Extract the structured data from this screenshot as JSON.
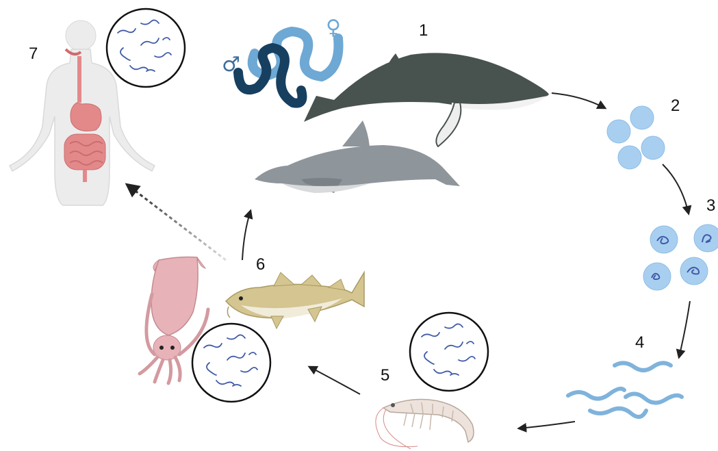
{
  "stages": [
    {
      "number": "1",
      "subject": "definitive hosts: adult worms in whale and dolphin"
    },
    {
      "number": "2",
      "subject": "eggs"
    },
    {
      "number": "3",
      "subject": "embryonated eggs"
    },
    {
      "number": "4",
      "subject": "free-swimming larvae"
    },
    {
      "number": "5",
      "subject": "crustacean host"
    },
    {
      "number": "6",
      "subject": "fish and squid hosts"
    },
    {
      "number": "7",
      "subject": "human accidental host"
    }
  ],
  "symbols": {
    "male": "♂",
    "female": "♀"
  },
  "colors": {
    "worm_male": "#173f60",
    "worm_female": "#6ea8d4",
    "egg": "#a9cff0",
    "egg_stroke": "#8dbde6",
    "larva": "#7fb3dc",
    "whale": "#48524f",
    "dolphin": "#8e959b",
    "fish": "#d4c591",
    "squid": "#e7b3b8",
    "shrimp": "#ede3dc",
    "human_body": "#ececec",
    "human_gut": "#e3898a",
    "arrow": "#222222"
  },
  "icons": [
    "whale-icon",
    "dolphin-icon",
    "worm-pair-icon",
    "egg-icon",
    "larva-icon",
    "shrimp-icon",
    "fish-icon",
    "squid-icon",
    "human-icon",
    "magnifier-icon"
  ]
}
